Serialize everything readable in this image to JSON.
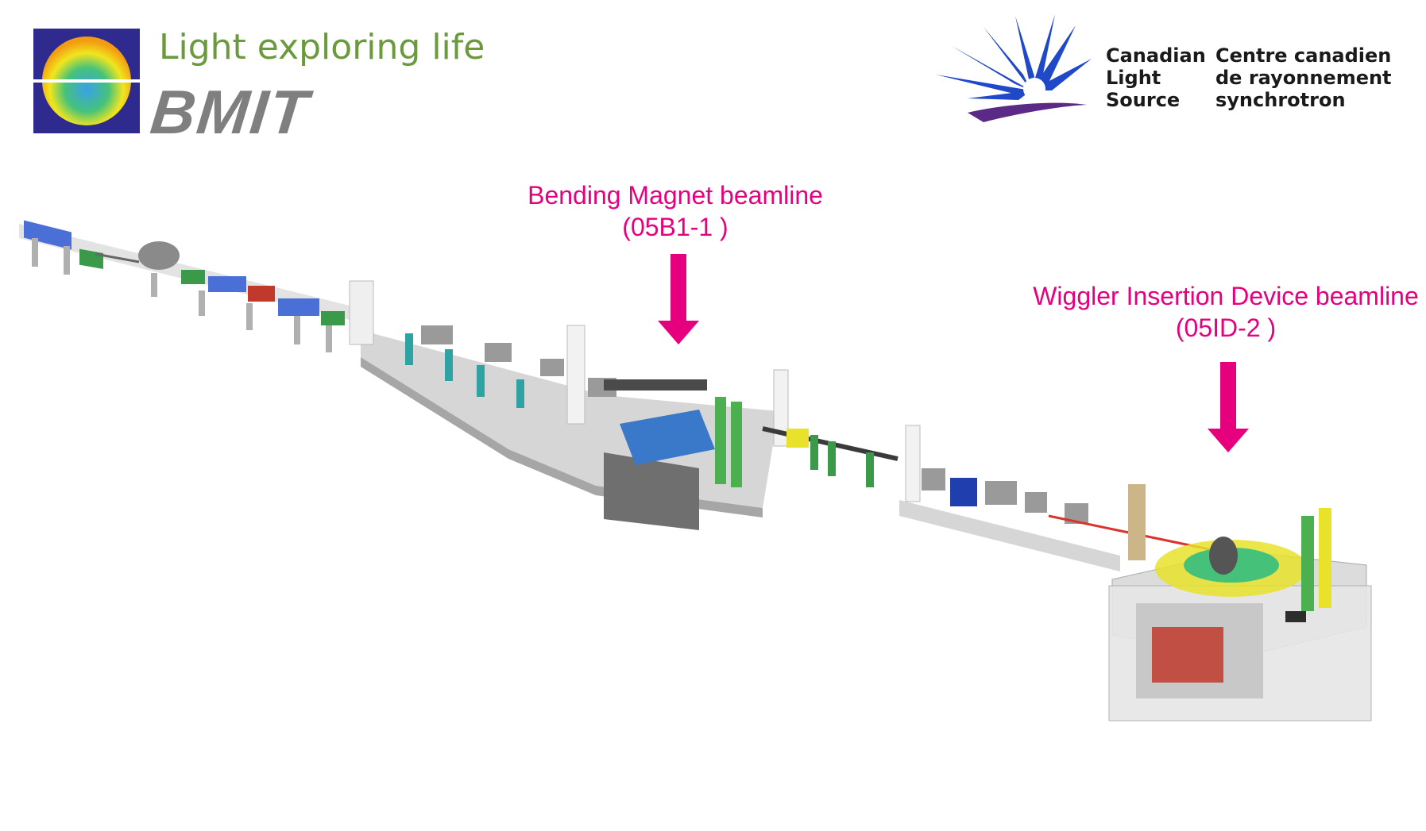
{
  "header": {
    "tagline": "Light exploring life",
    "bmit_wordmark": "BMIT",
    "cls_name_en": [
      "Canadian",
      "Light",
      "Source"
    ],
    "cls_name_fr": [
      "Centre canadien",
      "de rayonnement",
      "synchrotron"
    ]
  },
  "callouts": {
    "bending_magnet": {
      "title": "Bending Magnet beamline",
      "code": "(05B1-1 )"
    },
    "wiggler": {
      "title": "Wiggler Insertion Device beamline",
      "code": "(05ID-2 )"
    }
  },
  "colors": {
    "callout": "#e6007e",
    "tagline": "#6a9a3c",
    "wordmark": "#7f7f7f",
    "cls_blue": "#1f49c9",
    "cls_purple": "#5b2a86",
    "floor": "#d9d9d9",
    "magnet_blue": "#4a6fd6",
    "magnet_green": "#3a9a4a",
    "safety_yellow": "#e8e22a",
    "teal": "#2fa3a3"
  },
  "icons": [
    "bmit-sun-logo",
    "cls-starburst-logo",
    "down-arrow-icon"
  ]
}
